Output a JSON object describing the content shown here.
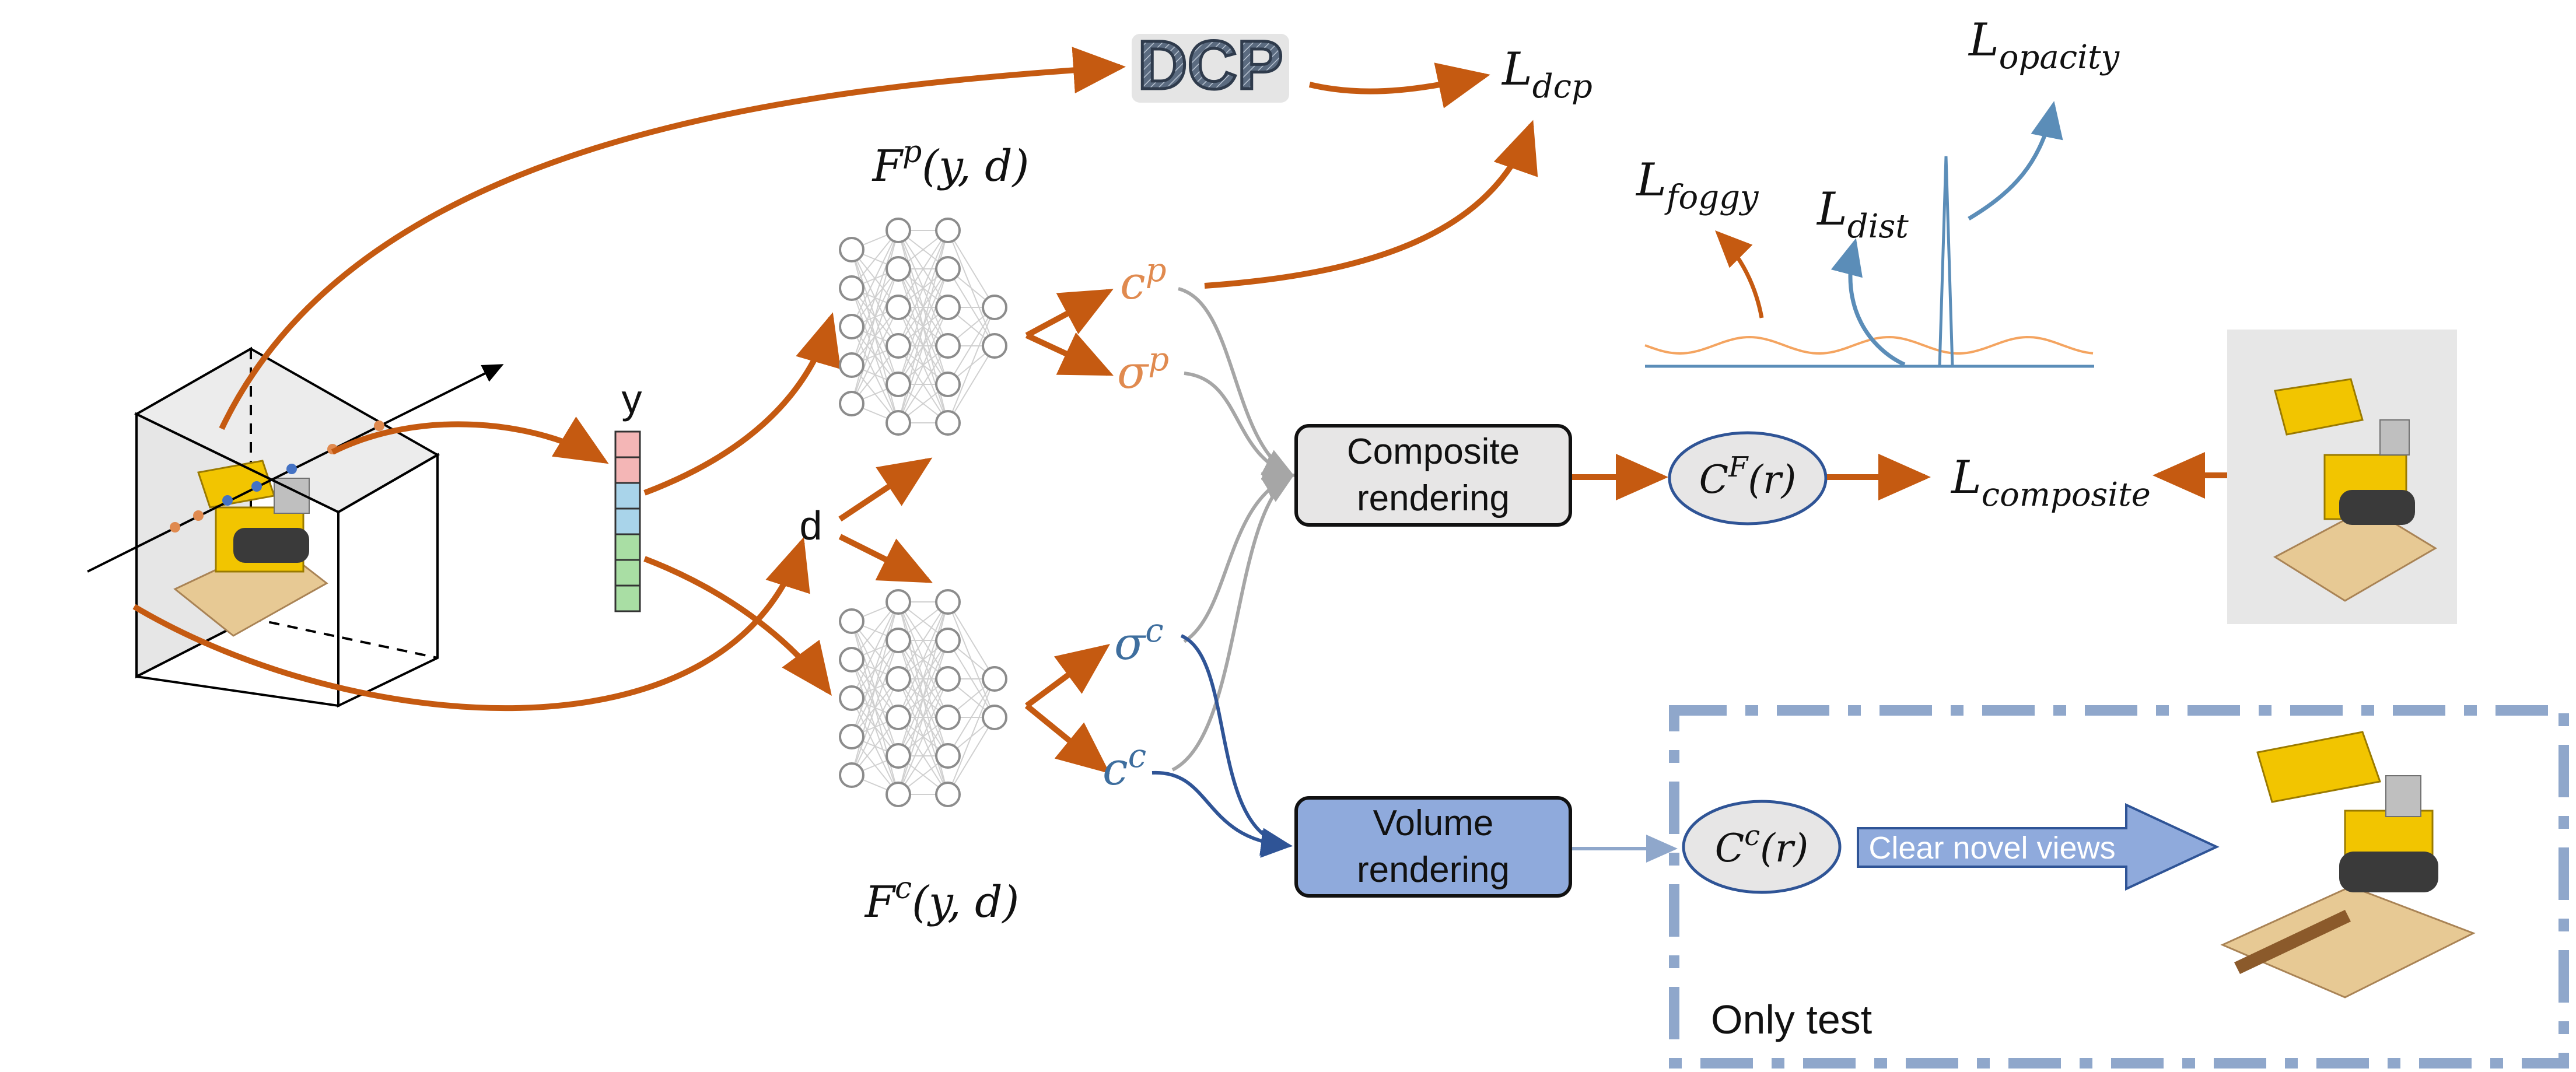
{
  "colors": {
    "accent_orange": "#c55a11",
    "light_orange": "#e08a4f",
    "blue": "#2f5496",
    "steel_blue": "#5b8db8",
    "dashed_frame": "#8fa7cb",
    "volume_fill": "#8faadc",
    "composite_fill": "#e7e6e6",
    "neuron_gray": "#8c8c8c"
  },
  "dcp": {
    "text": "DCP"
  },
  "losses": {
    "dcp": {
      "main": "L",
      "sub": "dcp"
    },
    "opacity": {
      "main": "L",
      "sub": "opacity"
    },
    "foggy": {
      "main": "L",
      "sub": "foggy"
    },
    "dist": {
      "main": "L",
      "sub": "dist"
    },
    "composite": {
      "main": "L",
      "sub": "composite"
    }
  },
  "networks": {
    "particle": {
      "main": "F",
      "sup": "p",
      "args": "(y, d)"
    },
    "clear": {
      "main": "F",
      "sup": "c",
      "args": "(y, d)"
    }
  },
  "inputs": {
    "position": "y",
    "direction": "d"
  },
  "outputs": {
    "c_p": {
      "main": "c",
      "sup": "p"
    },
    "sigma_p": {
      "main": "σ",
      "sup": "p"
    },
    "sigma_c": {
      "main": "σ",
      "sup": "c"
    },
    "c_c": {
      "main": "c",
      "sup": "c"
    }
  },
  "boxes": {
    "composite": {
      "line1": "Composite",
      "line2": "rendering"
    },
    "volume": {
      "line1": "Volume",
      "line2": "rendering"
    }
  },
  "colors_out": {
    "foggy": {
      "main": "C",
      "sup": "F",
      "args": "(r)"
    },
    "clear": {
      "main": "C",
      "sup": "c",
      "args": "(r)"
    }
  },
  "arrow_label": "Clear novel views",
  "test_label": "Only test",
  "embedding_colors": [
    "#f4b6b6",
    "#f4b6b6",
    "#a9d4ea",
    "#a9d4ea",
    "#a9dea4",
    "#a9dea4",
    "#a9dea4"
  ]
}
